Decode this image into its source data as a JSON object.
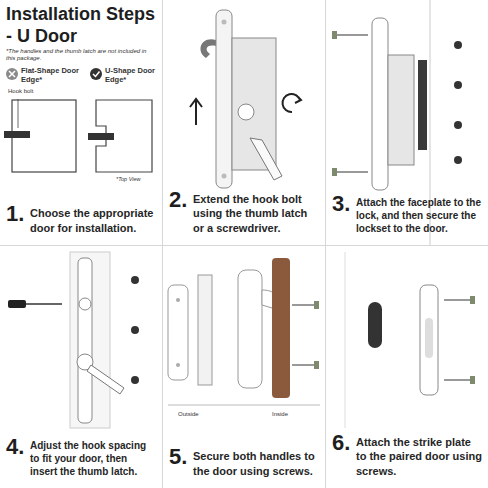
{
  "diagram": {
    "title": "Installation Steps - U Door",
    "nodes": [
      {
        "text": [
          "1.",
          "Choose the appropriate door for installation."
        ]
      },
      {
        "text": [
          "2.",
          "Extend the hook bolt using the thumb latch or a screwdriver."
        ]
      },
      {
        "text": [
          "3.",
          "Attach the faceplate to the lock, and then secure the lockset to the door."
        ]
      },
      {
        "text": [
          "4.",
          "Adjust the hook spacing to fit your door, then insert the thumb latch."
        ]
      },
      {
        "text": [
          "5.",
          "Secure both handles to the door using screws."
        ]
      },
      {
        "text": [
          "6.",
          "Attach the strike plate to the paired door using screws."
        ]
      }
    ],
    "labels": [
      "*The handles and the thumb latch are not included in this package.",
      "Flat-Shape Door Edge*",
      "U-Shape Door Edge*",
      "Hook bolt",
      "*Top View",
      "Outside",
      "Inside"
    ]
  }
}
